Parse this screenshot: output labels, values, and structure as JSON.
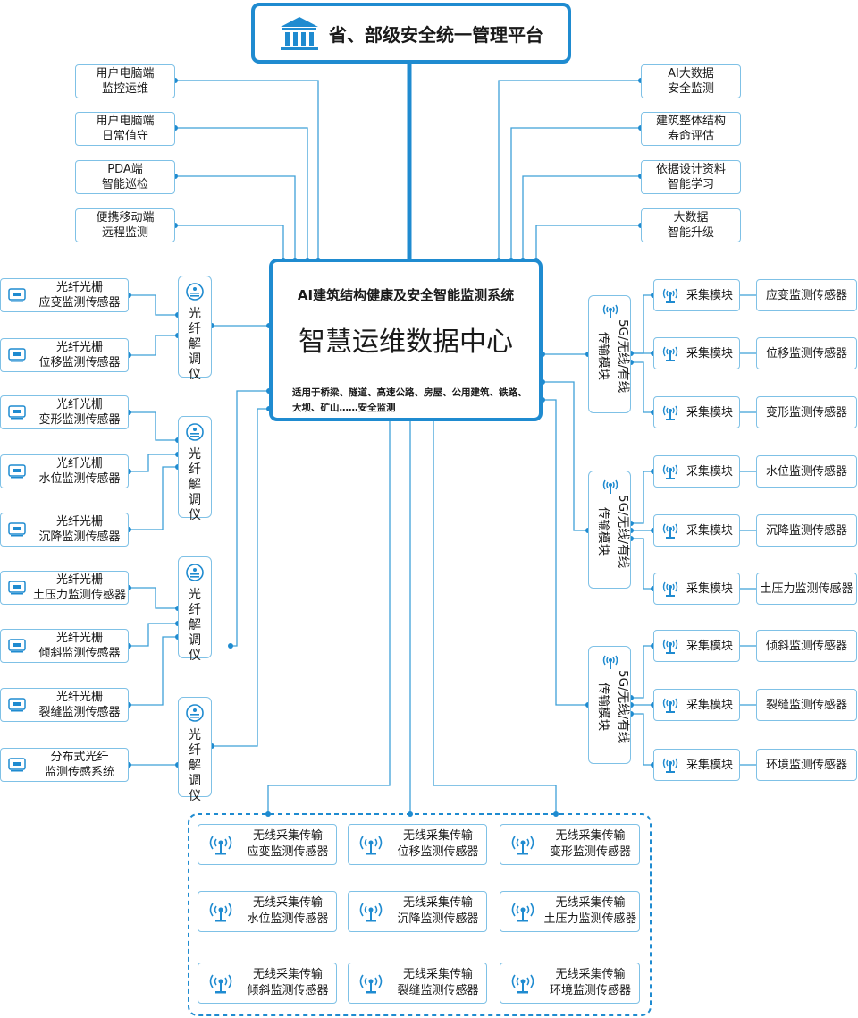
{
  "platform": {
    "title": "省、部级安全统一管理平台",
    "icon": "government-building-icon"
  },
  "center": {
    "subtitle": "AI建筑结构健康及安全智能监测系统",
    "title": "智慧运维数据中心",
    "note": "适用于桥梁、隧道、高速公路、房屋、公用建筑、铁路、大坝、矿山……安全监测"
  },
  "left_terminals": [
    "用户电脑端\n监控运维",
    "用户电脑端\n日常值守",
    "PDA端\n智能巡检",
    "便携移动端\n远程监测"
  ],
  "right_functions": [
    "AI大数据\n安全监测",
    "建筑整体结构\n寿命评估",
    "依据设计资料\n智能学习",
    "大数据\n智能升级"
  ],
  "fiber_sensors": [
    "光纤光栅\n应变监测传感器",
    "光纤光栅\n位移监测传感器",
    "光纤光栅\n变形监测传感器",
    "光纤光栅\n水位监测传感器",
    "光纤光栅\n沉降监测传感器",
    "光纤光栅\n土压力监测传感器",
    "光纤光栅\n倾斜监测传感器",
    "光纤光栅\n裂缝监测传感器",
    "分布式光纤\n监测传感系统"
  ],
  "demodulator": {
    "label": "光\n纤\n解\n调\n仪"
  },
  "transmission": {
    "label_line1": "5G/无线/有线",
    "label_line2": "传输模块"
  },
  "collector": {
    "label": "采集模块"
  },
  "right_sensors": [
    "应变监测传感器",
    "位移监测传感器",
    "变形监测传感器",
    "水位监测传感器",
    "沉降监测传感器",
    "土压力监测传感器",
    "倾斜监测传感器",
    "裂缝监测传感器",
    "环境监测传感器"
  ],
  "wireless_sensors": [
    "无线采集传输\n应变监测传感器",
    "无线采集传输\n位移监测传感器",
    "无线采集传输\n变形监测传感器",
    "无线采集传输\n水位监测传感器",
    "无线采集传输\n沉降监测传感器",
    "无线采集传输\n土压力监测传感器",
    "无线采集传输\n倾斜监测传感器",
    "无线采集传输\n裂缝监测传感器",
    "无线采集传输\n环境监测传感器"
  ],
  "colors": {
    "accent": "#1f8bd0",
    "line": "#3fa0d8",
    "box_border": "#7fc1e6"
  }
}
